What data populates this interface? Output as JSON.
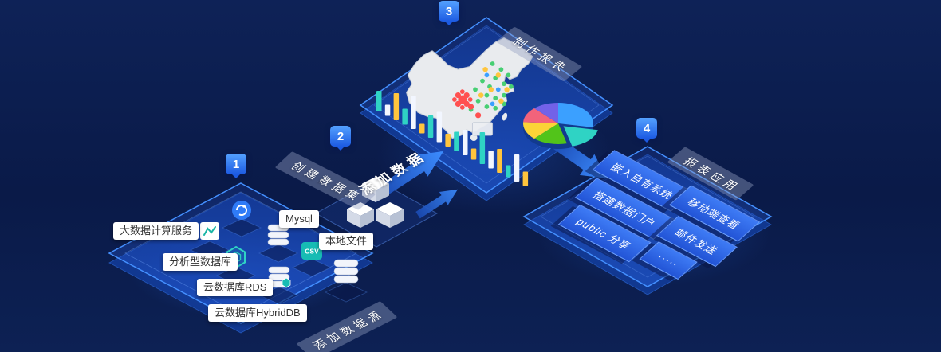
{
  "canvas": {
    "bg_top": "#0E2257",
    "bg_bottom": "#0D2154"
  },
  "palette": {
    "accent_blue": "#3C8CFF",
    "platform_stroke": "#4490FF",
    "badge_gradient": [
      "#54A1FF",
      "#1C5AE2"
    ],
    "teal": "#2FD3C4",
    "yellow": "#FFC53D",
    "red": "#FF5050",
    "green": "#47CF73",
    "white_bar": "#F2F6FF",
    "tile_blue": [
      "#3E7BF5",
      "#2254D6"
    ]
  },
  "steps": [
    {
      "num": "1",
      "ribbon": "添加数据源"
    },
    {
      "num": "2",
      "ribbon": "创建数据集",
      "flow_label": "添加数据"
    },
    {
      "num": "3",
      "ribbon": "制作报表"
    },
    {
      "num": "4",
      "ribbon": "报表应用",
      "apps": [
        "嵌入自有系统",
        "移动端查看",
        "搭建数据门户",
        "邮件发送",
        "public 分享",
        "·····"
      ]
    }
  ],
  "datasources": {
    "labels": [
      "大数据计算服务",
      "Mysql",
      "本地文件",
      "分析型数据库",
      "云数据库RDS",
      "云数据库HybridDB"
    ],
    "csv_icon_label": "CSV",
    "icons": [
      "maxcompute-icon",
      "line-chart-tile-icon",
      "mysql-database-icon",
      "csv-file-icon",
      "analyticdb-hexagon-icon",
      "rds-database-icon",
      "hybriddb-database-icon"
    ]
  },
  "chart_data": [
    {
      "type": "bar",
      "context": "report-platform-bar-strip",
      "values": [
        26,
        14,
        34,
        20,
        42,
        12,
        28,
        38,
        16,
        24,
        32,
        14,
        40,
        22,
        30,
        15,
        34,
        18
      ],
      "color_cycle": [
        "#2FD3C4",
        "#F2F6FF",
        "#FFC53D"
      ]
    },
    {
      "type": "pie",
      "context": "report-platform-pie",
      "values": [
        28,
        18,
        16,
        14,
        12,
        12
      ],
      "colors": [
        "#3BA0FF",
        "#2FD3C4",
        "#52C41A",
        "#FBD437",
        "#F2637B",
        "#7262E8"
      ]
    },
    {
      "type": "scatter",
      "context": "china-map-data-points",
      "points_green": [
        [
          62,
          20
        ],
        [
          68,
          24
        ],
        [
          73,
          28
        ],
        [
          64,
          30
        ],
        [
          70,
          34
        ],
        [
          75,
          36
        ],
        [
          60,
          36
        ],
        [
          55,
          32
        ],
        [
          50,
          38
        ],
        [
          58,
          42
        ],
        [
          64,
          44
        ],
        [
          70,
          42
        ],
        [
          52,
          46
        ],
        [
          58,
          50
        ],
        [
          64,
          51
        ],
        [
          47,
          52
        ],
        [
          70,
          48
        ]
      ],
      "points_yellow": [
        [
          66,
          28
        ],
        [
          61,
          38
        ],
        [
          68,
          46
        ],
        [
          54,
          42
        ],
        [
          72,
          38
        ],
        [
          57,
          24
        ]
      ],
      "points_blue": [
        [
          58,
          28
        ],
        [
          66,
          38
        ],
        [
          62,
          48
        ]
      ],
      "points_red": [
        [
          47,
          50
        ],
        [
          52,
          56
        ]
      ],
      "red_cluster_center": [
        41,
        45
      ]
    }
  ]
}
